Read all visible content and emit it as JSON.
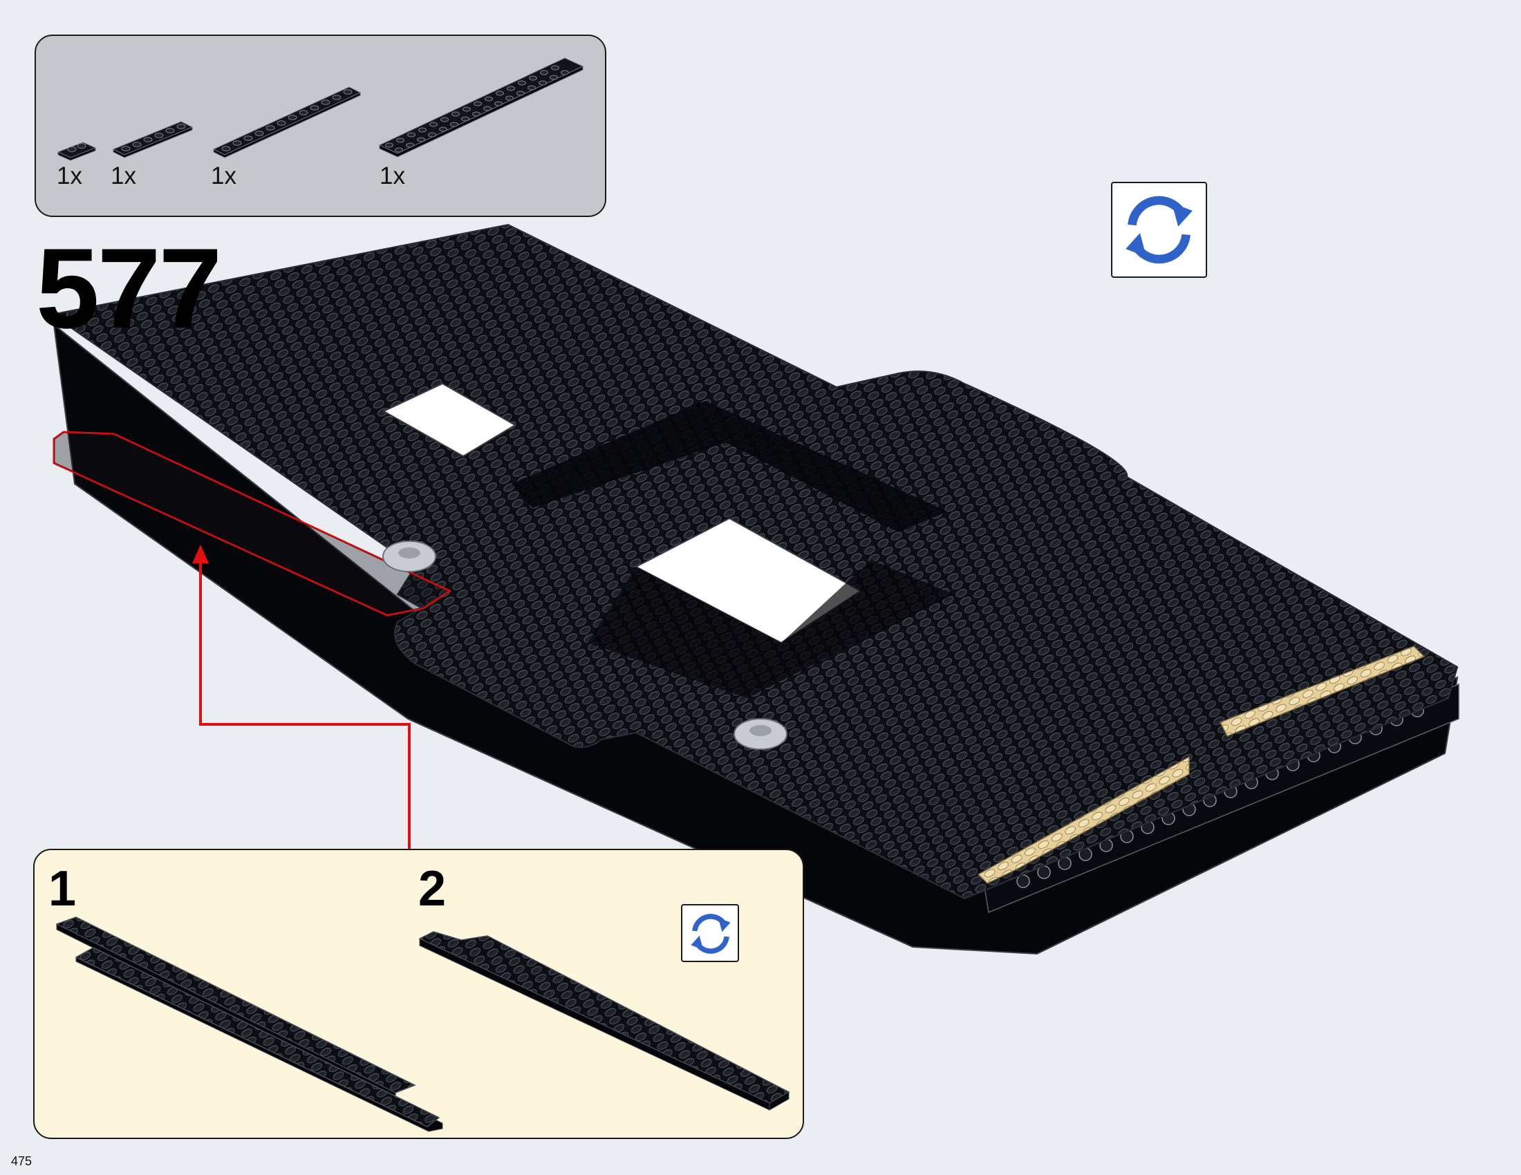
{
  "parts_list": {
    "items": [
      {
        "quantity": "1x",
        "part": "plate-1x2-icon"
      },
      {
        "quantity": "1x",
        "part": "plate-1x6-icon"
      },
      {
        "quantity": "1x",
        "part": "plate-1x12-icon"
      },
      {
        "quantity": "1x",
        "part": "plate-2x16-icon"
      }
    ]
  },
  "step": {
    "number": "577"
  },
  "rotate_icon": "rotate-arrows-icon",
  "sub_assembly": {
    "steps": [
      {
        "number": "1"
      },
      {
        "number": "2"
      }
    ]
  },
  "colors": {
    "background": "#eaeef2",
    "parts_callout": "#c4c8cc",
    "sub_callout": "#fef6dc",
    "brick_black": "#0c0e14",
    "brick_tan": "#e6cf98",
    "rotate_blue": "#2f63c9",
    "highlight_red": "#e01010"
  },
  "footer": {
    "page_number": "475"
  }
}
